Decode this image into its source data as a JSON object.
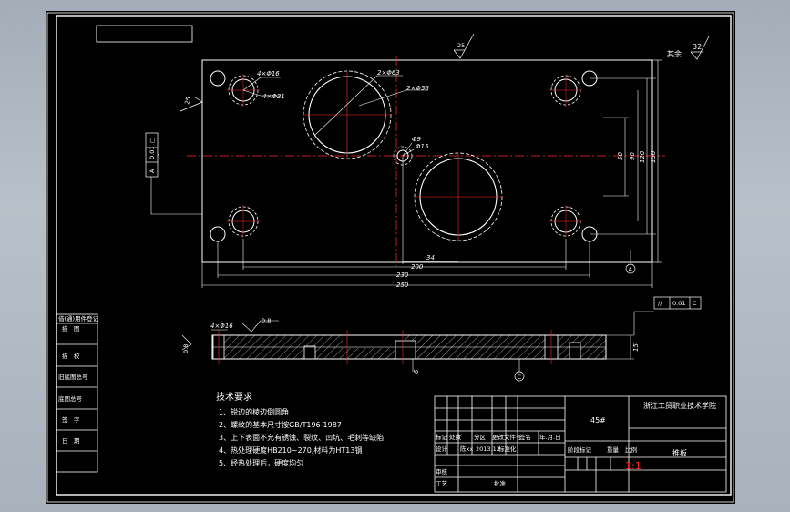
{
  "drawing": {
    "surface_roughness_top": "25",
    "surface_roughness_left": "25",
    "surface_roughness_side": "0.8",
    "surface_roughness_section": "0.8",
    "surface_roughness_other": "32",
    "other_label": "其余",
    "flatness_left": [
      "□",
      "0.01",
      "A"
    ],
    "parallelism": [
      "//",
      "0.01",
      "C"
    ],
    "datum_a": "A",
    "datum_c": "C",
    "dims": {
      "d_small": "4×Φ16",
      "d_small2": "4×Φ21",
      "d_large": "2×Φ63",
      "d_large2": "2×Φ56",
      "d_pin": "Φ9",
      "d_pin2": "Φ15",
      "d_side": "4×Φ16",
      "v50": "50",
      "v90": "90",
      "v120": "120",
      "v150": "150",
      "h34": "34",
      "h200": "200",
      "h230": "230",
      "h250": "250",
      "thick": "15",
      "depth": "6"
    }
  },
  "tech_requirements": {
    "title": "技术要求",
    "items": [
      "1、锐边的棱边倒圆角",
      "2、螺纹的基本尺寸按GB/T196-1987",
      "3、上下表面不允有锈蚀、裂纹、凹坑、毛刺等缺陷",
      "4、热处理硬度HB210~270,材料为HT13钢",
      "5、经热处理后，硬度均匀"
    ]
  },
  "left_strip": {
    "rows": [
      "借(通)用件登记",
      "描　图",
      "描　校",
      "旧底图总号",
      "底图总号",
      "签　字",
      "日　期"
    ]
  },
  "title_block": {
    "material": "45#",
    "school": "浙江工贸职业技术学院",
    "part_name": "推板",
    "labels": [
      "标记",
      "处数",
      "分区",
      "更改文件号",
      "签名",
      "年.月.日"
    ],
    "row2": [
      "设计",
      "陈xx",
      "2013.12",
      "标准化"
    ],
    "row3": [
      "审核"
    ],
    "row4": [
      "工艺",
      "批准"
    ],
    "stage_label": "阶段标记",
    "weight_label": "重量",
    "scale_label": "比例",
    "scale": "1:1"
  },
  "colors": {
    "outline": "#ffffff",
    "center": "#ff2a2a",
    "accent": "#ff3030",
    "paper": "#000000",
    "background": "#a9b2bc"
  }
}
